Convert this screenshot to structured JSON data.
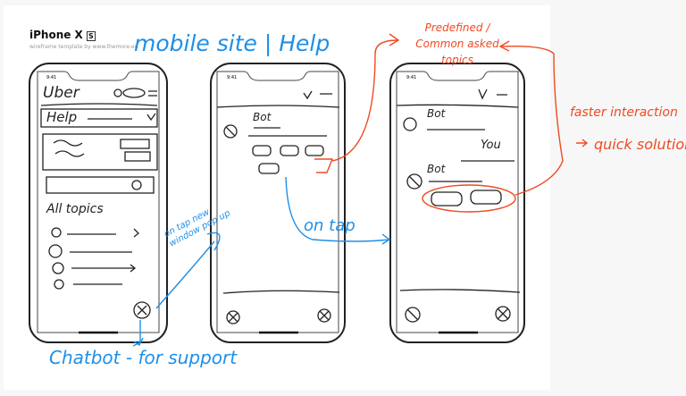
{
  "template": {
    "title": "iPhone X",
    "badge": "S",
    "subtitle": "wireframe template by www.themore.eu",
    "status_time": "9:41"
  },
  "annotations": {
    "heading": "mobile site | Help",
    "popup_note": "on tap new window pop up",
    "chatbot_note": "Chatbot - for support",
    "on_tap": "on tap",
    "predefined": "Predefined / Common asked topics",
    "faster": "faster interaction",
    "quick": "quick solution"
  },
  "screen1": {
    "logo": "Uber",
    "help": "Help",
    "all_topics": "All topics"
  },
  "screen2": {
    "bot": "Bot"
  },
  "screen3": {
    "bot": "Bot",
    "you": "You",
    "bot2": "Bot"
  },
  "colors": {
    "blue": "#1e8fe8",
    "red": "#ef4a22",
    "ink": "#222222"
  }
}
